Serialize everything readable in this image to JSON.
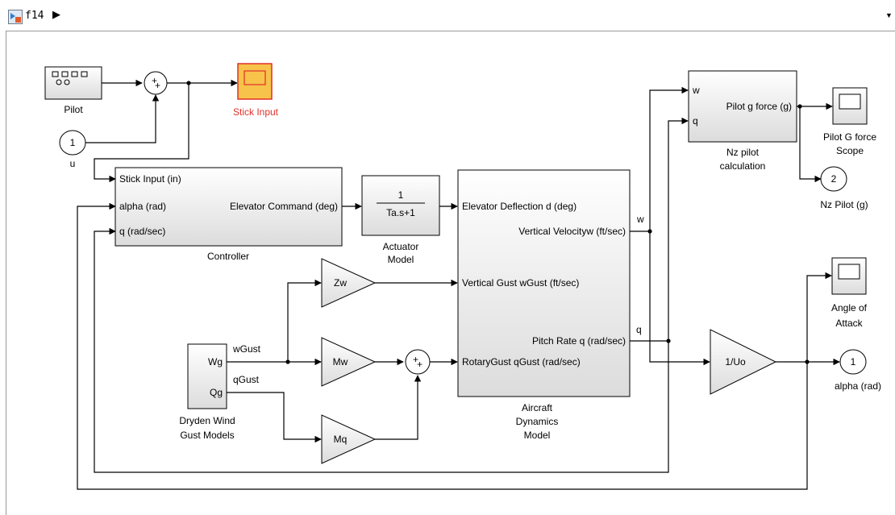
{
  "toolbar": {
    "model_name": "f14",
    "icon": "simulink-model-icon",
    "breadcrumb_arrow": "▶",
    "menu_arrow": "▼"
  },
  "colors": {
    "block_border": "#000000",
    "block_fill": "#ececec",
    "highlight_border": "#e0302a",
    "highlight_fill": "#f7c34a",
    "highlight_text": "#e0302a"
  },
  "blocks": {
    "pilot": {
      "label": "Pilot"
    },
    "stick_input": {
      "label": "Stick Input"
    },
    "inport_u": {
      "number": "1",
      "label": "u"
    },
    "controller": {
      "label": "Controller",
      "in1": "Stick Input (in)",
      "in2": "alpha (rad)",
      "in3": "q (rad/sec)",
      "out1": "Elevator Command (deg)"
    },
    "actuator": {
      "num": "1",
      "den": "Ta.s+1",
      "label1": "Actuator",
      "label2": "Model"
    },
    "aircraft": {
      "in1": "Elevator Deflection d (deg)",
      "in2": "Vertical Gust wGust (ft/sec)",
      "in3": "RotaryGust qGust (rad/sec)",
      "out1": "Vertical Velocityw (ft/sec)",
      "out2": "Pitch Rate q (rad/sec)",
      "label1": "Aircraft",
      "label2": "Dynamics",
      "label3": "Model"
    },
    "nz_calc": {
      "in1": "w",
      "in2": "q",
      "out1": "Pilot g force (g)",
      "label1": "Nz pilot",
      "label2": "calculation"
    },
    "pilot_g_scope": {
      "label1": "Pilot G force",
      "label2": "Scope"
    },
    "nz_outport": {
      "number": "2",
      "label": "Nz Pilot (g)"
    },
    "aoa_scope": {
      "label1": "Angle of",
      "label2": "Attack"
    },
    "alpha_outport": {
      "number": "1",
      "label": "alpha (rad)"
    },
    "gain_zw": {
      "label": "Zw"
    },
    "gain_mw": {
      "label": "Mw"
    },
    "gain_mq": {
      "label": "Mq"
    },
    "gain_uo": {
      "label": "1/Uo"
    },
    "dryden": {
      "out1": "Wg",
      "out2": "Qg",
      "label1": "Dryden Wind",
      "label2": "Gust Models"
    }
  },
  "signals": {
    "w": "w",
    "q": "q",
    "wgust": "wGust",
    "qgust": "qGust"
  },
  "sum_sign": "+"
}
